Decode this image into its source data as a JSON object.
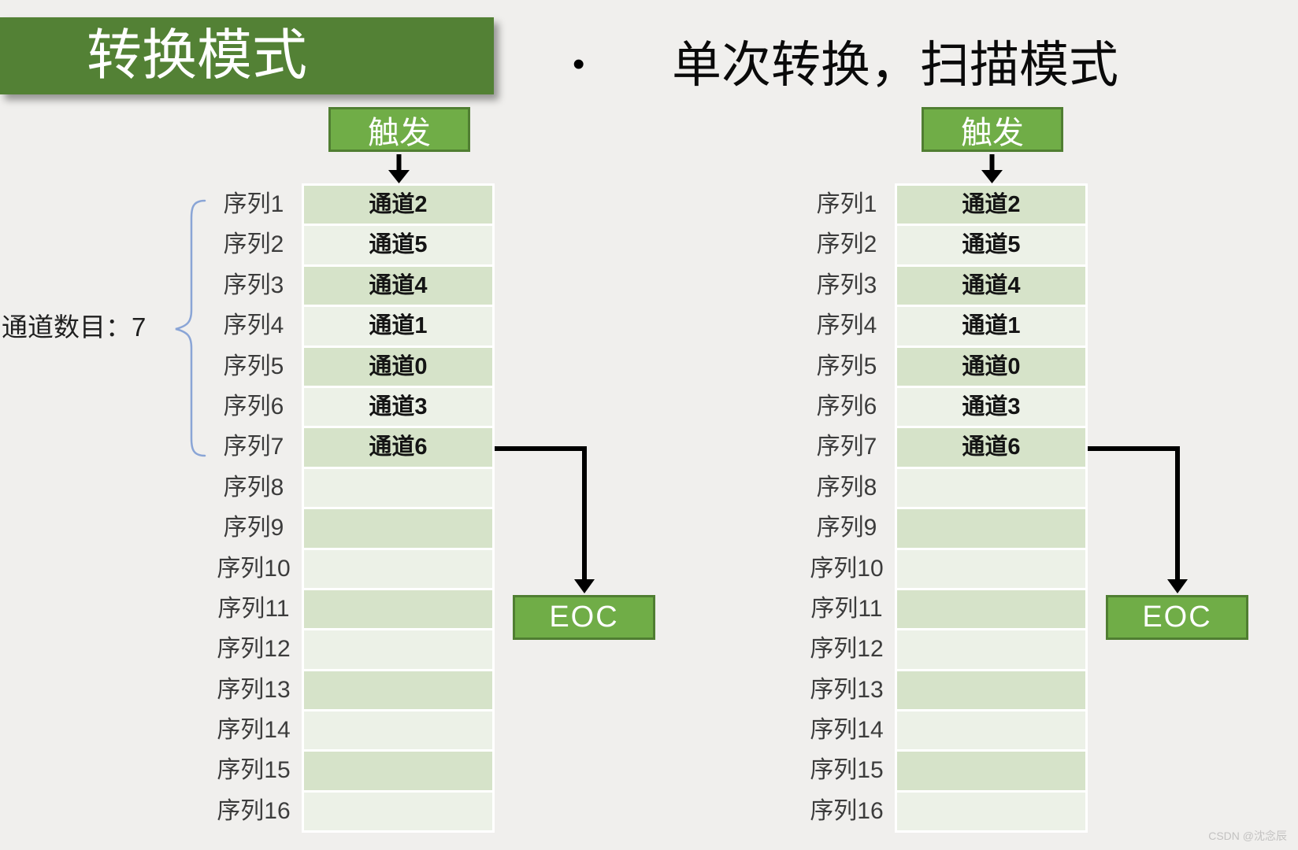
{
  "title": {
    "text": "转换模式"
  },
  "bullet": {
    "marker": "•",
    "text": "单次转换，扫描模式"
  },
  "annotation": {
    "channel_count_label": "通道数目：7"
  },
  "diagram": {
    "trigger_label": "触发",
    "eoc_label": "EOC",
    "sequence_labels": [
      "序列1",
      "序列2",
      "序列3",
      "序列4",
      "序列5",
      "序列6",
      "序列7",
      "序列8",
      "序列9",
      "序列10",
      "序列11",
      "序列12",
      "序列13",
      "序列14",
      "序列15",
      "序列16"
    ],
    "channel_values": [
      "通道2",
      "通道5",
      "通道4",
      "通道1",
      "通道0",
      "通道3",
      "通道6",
      "",
      "",
      "",
      "",
      "",
      "",
      "",
      "",
      ""
    ]
  },
  "page": {
    "watermark": "CSDN @沈念辰"
  },
  "colors": {
    "background": "#f0efed",
    "banner_green": "#538135",
    "box_fill": "#70ad47",
    "box_border": "#507e32",
    "row_odd": "#d6e3c9",
    "row_even": "#ecf1e7",
    "brace_blue": "#8aa5d6"
  }
}
